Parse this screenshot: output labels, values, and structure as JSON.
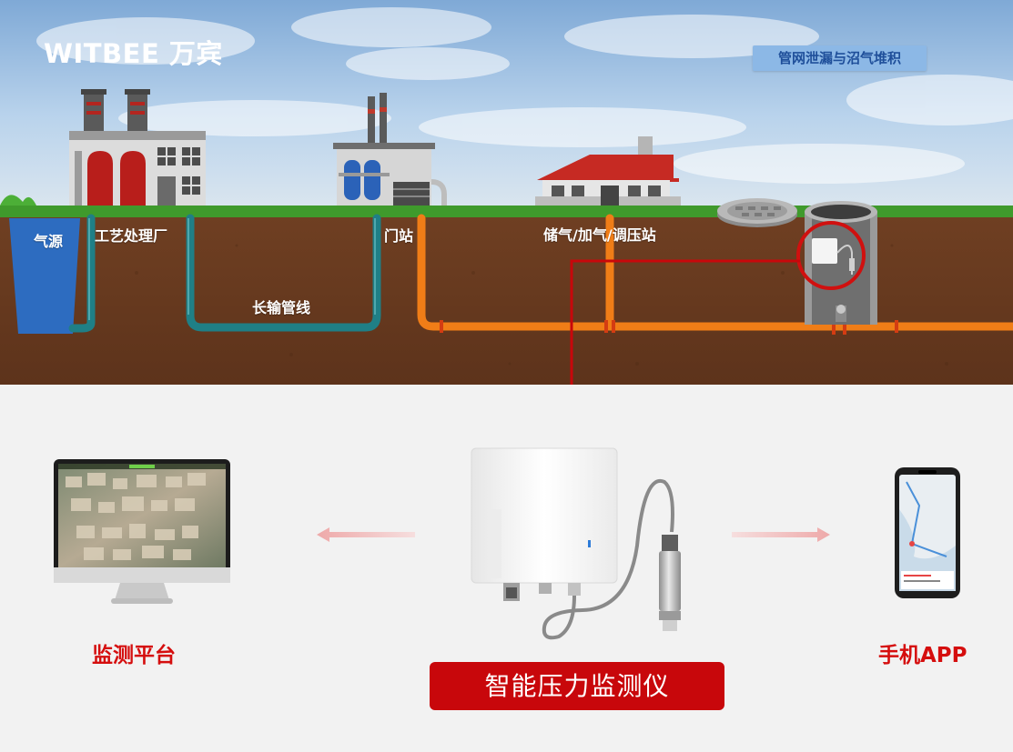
{
  "brand": {
    "name": "WITBEE 万宾"
  },
  "badge": {
    "text": "管网泄漏与沼气堆积"
  },
  "facilities": {
    "gas_source": "气源",
    "processing_plant": "工艺处理厂",
    "pipeline": "长输管线",
    "gate_station": "门站",
    "storage_station": "储气/加气/调压站"
  },
  "endpoints": {
    "platform": "监测平台",
    "device": "智能压力监测仪",
    "app": "手机APP"
  },
  "colors": {
    "accent_red": "#c8070b",
    "label_red": "#d50e0e",
    "pipe_teal": "#1f7f86",
    "pipe_orange": "#f07d17",
    "soil": "#6a3a20",
    "grass": "#3f9a2c",
    "sky": "#a9c8e6"
  },
  "icons": [
    "factory-icon",
    "gate-station-icon",
    "storage-station-icon",
    "manhole-cover-icon",
    "valve-well-icon",
    "monitor-icon",
    "smartphone-icon",
    "pressure-monitor-device-icon",
    "arrow-left-icon",
    "arrow-right-icon"
  ]
}
